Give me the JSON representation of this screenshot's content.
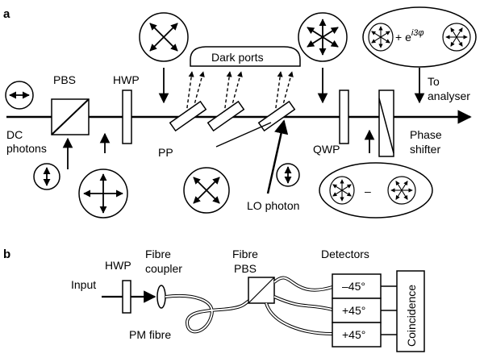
{
  "panel_a": {
    "letter": "a",
    "labels": {
      "pbs": "PBS",
      "hwp": "HWP",
      "dark_ports": "Dark ports",
      "dc": "DC",
      "photons": "photons",
      "pp": "PP",
      "qwp": "QWP",
      "to": "To",
      "analyser": "analyser",
      "phase": "Phase",
      "shifter": "shifter",
      "lo_photon": "LO photon",
      "eq_plus_prefix": "+ e",
      "eq_plus_exp": "i3φ",
      "eq_minus": "–"
    }
  },
  "panel_b": {
    "letter": "b",
    "labels": {
      "hwp": "HWP",
      "fibre1": "Fibre",
      "coupler": "coupler",
      "fibre2": "Fibre",
      "pbs": "PBS",
      "detectors": "Detectors",
      "input": "Input",
      "pm_fibre": "PM fibre",
      "det1": "–45°",
      "det2": "+45°",
      "det3": "+45°",
      "coincidence": "Coincidence"
    }
  }
}
